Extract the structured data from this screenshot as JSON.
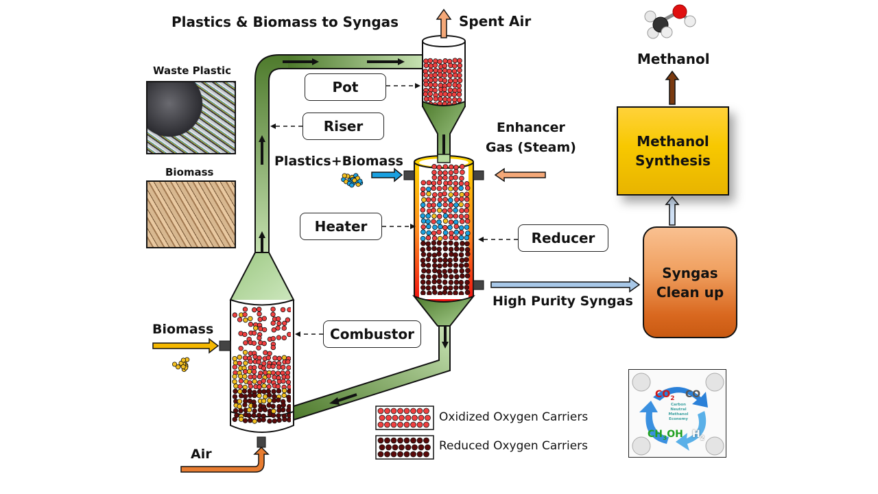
{
  "title": "Plastics & Biomass to Syngas",
  "labels": {
    "spent_air": "Spent Air",
    "methanol": "Methanol",
    "waste_plastic": "Waste Plastic",
    "biomass_photo": "Biomass",
    "plastics_biomass": "Plastics+Biomass",
    "enhancer_line1": "Enhancer",
    "enhancer_line2": "Gas (Steam)",
    "high_purity_syngas": "High Purity Syngas",
    "biomass_feed": "Biomass",
    "air": "Air"
  },
  "callouts": {
    "pot": "Pot",
    "riser": "Riser",
    "heater": "Heater",
    "reducer": "Reducer",
    "combustor": "Combustor"
  },
  "process_boxes": {
    "methanol_synthesis_line1": "Methanol",
    "methanol_synthesis_line2": "Synthesis",
    "syngas_cleanup_line1": "Syngas",
    "syngas_cleanup_line2": "Clean up"
  },
  "legend": {
    "oxidized": "Oxidized Oxygen Carriers",
    "reduced": "Reduced Oxygen Carriers"
  },
  "cycle_graphic": {
    "co2": "CO",
    "co2_sub": "2",
    "co": "CO",
    "ch3oh_a": "CH",
    "ch3oh_sub": "3",
    "ch3oh_b": "OH",
    "h2": "H",
    "h2_sub": "2",
    "center_1": "Carbon",
    "center_2": "Neutral",
    "center_3": "Methanol",
    "center_4": "Economy"
  },
  "colors": {
    "pipe_dark": "#4e7a2c",
    "pipe_light": "#c8e3b4",
    "oxidized_carrier": "#f04040",
    "reduced_carrier": "#5a0a0a",
    "plastic_particle": "#1aa0e0",
    "biomass_particle": "#f4c020",
    "steam_arrow": "#f4a878",
    "syngas_arrow": "#a8c8e8",
    "air_arrow": "#e87c30",
    "methanol_arrow": "#7a3a10",
    "feed_arrow": "#f5b800",
    "plastics_feed_arrow": "#1aa0e0"
  }
}
